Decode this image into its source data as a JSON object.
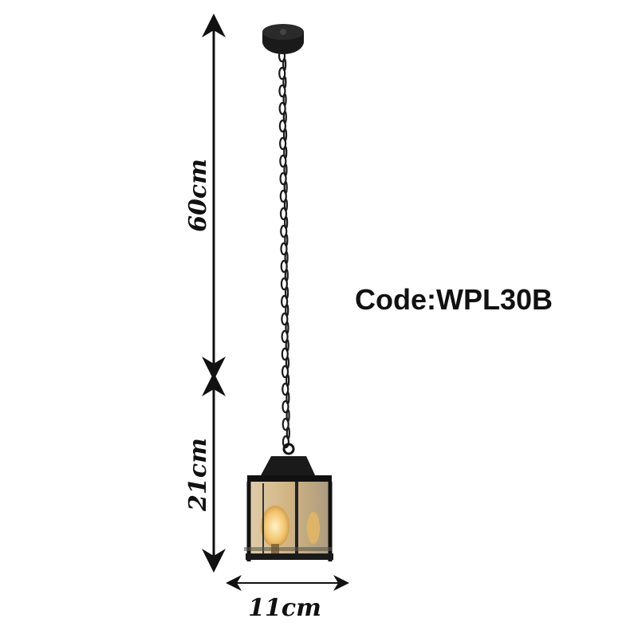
{
  "product": {
    "code_label": "Code:WPL30B"
  },
  "dimensions": {
    "chain_length": "60cm",
    "lamp_height": "21cm",
    "lamp_width": "11cm"
  },
  "colors": {
    "ink": "#111111",
    "glass": "#c9a66b",
    "bulb": "#f2c36b"
  }
}
